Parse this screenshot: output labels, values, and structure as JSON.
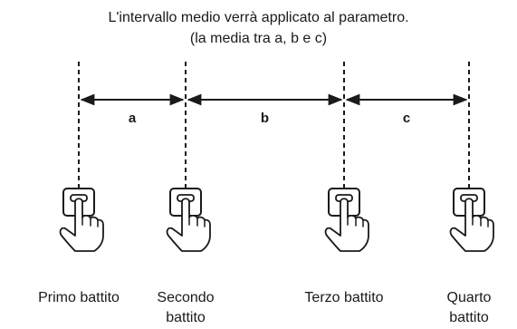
{
  "caption": {
    "line1": "L'intervallo medio verrà applicato al parametro.",
    "line2": "(la media tra a, b e c)"
  },
  "intervals": [
    "a",
    "b",
    "c"
  ],
  "beats": [
    {
      "label_line1": "Primo battito",
      "label_line2": ""
    },
    {
      "label_line1": "Secondo",
      "label_line2": "battito"
    },
    {
      "label_line1": "Terzo battito",
      "label_line2": ""
    },
    {
      "label_line1": "Quarto",
      "label_line2": "battito"
    }
  ],
  "colors": {
    "ink": "#1a1a1a",
    "background": "#ffffff"
  }
}
